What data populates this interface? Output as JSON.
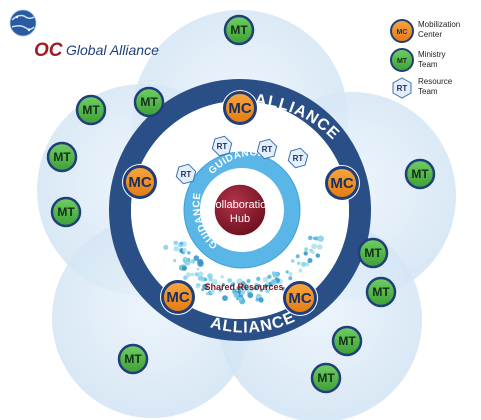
{
  "logo": {
    "mark": "OC",
    "name": "Global Alliance",
    "globe_icon": "globe-icon"
  },
  "legend": {
    "mc_abbr": "MC",
    "mc_label_1": "Mobilization",
    "mc_label_2": "Center",
    "mt_abbr": "MT",
    "mt_label_1": "Ministry",
    "mt_label_2": "Team",
    "rt_abbr": "RT",
    "rt_label_1": "Resource",
    "rt_label_2": "Team"
  },
  "diagram": {
    "ring_label": "ALLIANCE",
    "guidance_label": "GUIDANCE TEAM",
    "hub_line_1": "Collaboration",
    "hub_line_2": "Hub",
    "shared_label": "Shared Resources",
    "mc_label": "MC",
    "mt_label": "MT",
    "rt_label": "RT"
  },
  "colors": {
    "ring": "#2a4f86",
    "guidance": "#5ab6e6",
    "mc_fill": "#f28c1e",
    "mt_fill": "#52b848",
    "node_border": "#1f3f7a",
    "hub": "#8b1a2b",
    "petal": "#d7e8f6"
  }
}
